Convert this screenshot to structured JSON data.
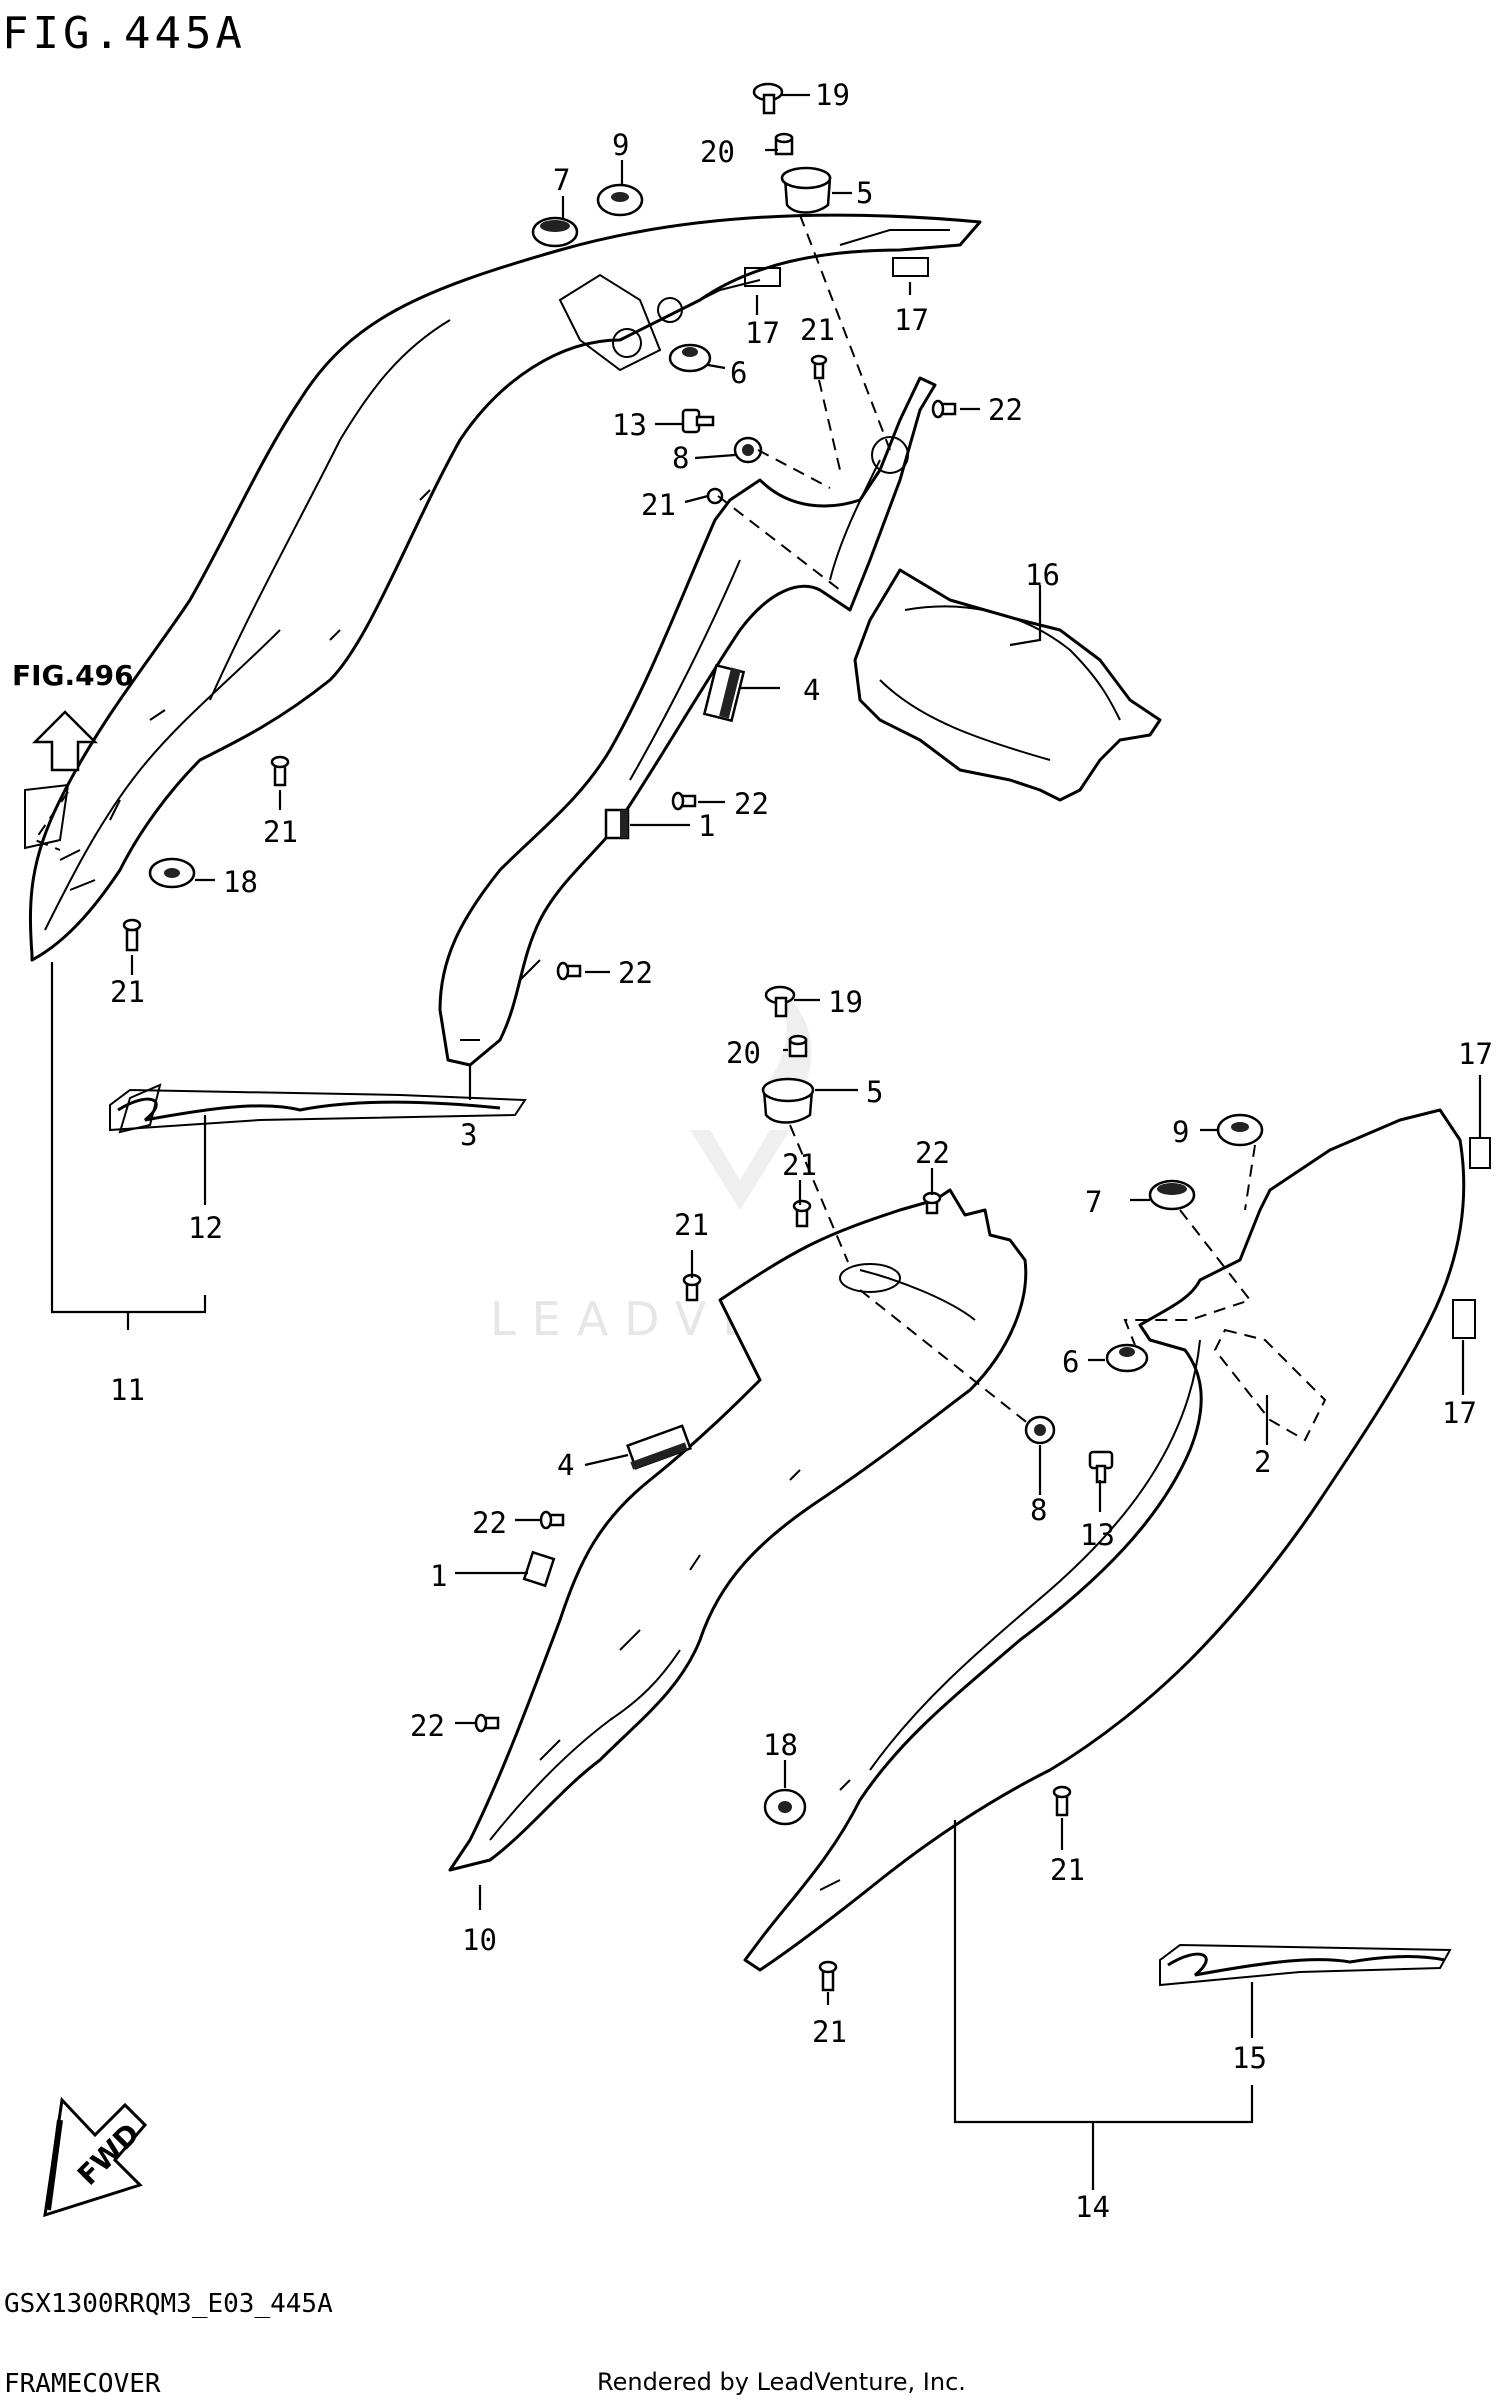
{
  "title": "FIG.445A",
  "reference": {
    "label": "FIG.496"
  },
  "fwd_label": "FWD",
  "watermark": "LEADVENTURE",
  "footer": {
    "model_code": "GSX1300RRQM3_E03_445A",
    "section_name": "FRAMECOVER",
    "credit": "Rendered by LeadVenture, Inc."
  },
  "callouts": {
    "p1a": "1",
    "p1b": "1",
    "p2": "2",
    "p3": "3",
    "p4a": "4",
    "p4b": "4",
    "p5a": "5",
    "p5b": "5",
    "p6a": "6",
    "p6b": "6",
    "p7a": "7",
    "p7b": "7",
    "p8a": "8",
    "p8b": "8",
    "p9a": "9",
    "p9b": "9",
    "p10": "10",
    "p11": "11",
    "p12": "12",
    "p13a": "13",
    "p13b": "13",
    "p14": "14",
    "p15": "15",
    "p16": "16",
    "p17a": "17",
    "p17b": "17",
    "p17c": "17",
    "p17d": "17",
    "p18a": "18",
    "p18b": "18",
    "p19a": "19",
    "p19b": "19",
    "p20a": "20",
    "p20b": "20",
    "p21a": "21",
    "p21b": "21",
    "p21c": "21",
    "p21d": "21",
    "p21e": "21",
    "p21f": "21",
    "p21g": "21",
    "p21h": "21",
    "p22a": "22",
    "p22b": "22",
    "p22c": "22",
    "p22d": "22",
    "p22e": "22",
    "p22f": "22"
  }
}
